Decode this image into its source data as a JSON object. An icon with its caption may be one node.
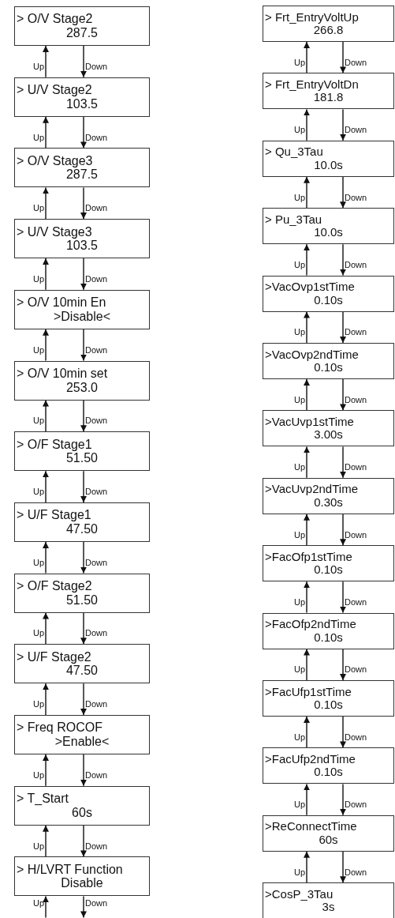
{
  "diagram": {
    "nodes": [
      {
        "text": [
          "> O/V Stage2",
          "287.5"
        ]
      },
      {
        "text": [
          "> U/V Stage2",
          "103.5"
        ]
      },
      {
        "text": [
          "> O/V Stage3",
          "287.5"
        ]
      },
      {
        "text": [
          "> U/V Stage3",
          "103.5"
        ]
      },
      {
        "text": [
          "> O/V 10min En",
          ">Disable<"
        ]
      },
      {
        "text": [
          "> O/V 10min set",
          "253.0"
        ]
      },
      {
        "text": [
          "> O/F Stage1",
          "51.50"
        ]
      },
      {
        "text": [
          "> U/F Stage1",
          "47.50"
        ]
      },
      {
        "text": [
          "> O/F Stage2",
          "51.50"
        ]
      },
      {
        "text": [
          "> U/F Stage2",
          "47.50"
        ]
      },
      {
        "text": [
          "> Freq ROCOF",
          ">Enable<"
        ]
      },
      {
        "text": [
          "> T_Start",
          "60s"
        ]
      },
      {
        "text": [
          "> H/LVRT Function",
          "Disable"
        ]
      },
      {
        "text": [
          "> Frt_EntryVoltUp",
          "266.8"
        ]
      },
      {
        "text": [
          "> Frt_EntryVoltDn",
          "181.8"
        ]
      },
      {
        "text": [
          "> Qu_3Tau",
          "10.0s"
        ]
      },
      {
        "text": [
          "> Pu_3Tau",
          "10.0s"
        ]
      },
      {
        "text": [
          ">VacOvp1stTime",
          "0.10s"
        ]
      },
      {
        "text": [
          ">VacOvp2ndTime",
          "0.10s"
        ]
      },
      {
        "text": [
          ">VacUvp1stTime",
          "3.00s"
        ]
      },
      {
        "text": [
          ">VacUvp2ndTime",
          "0.30s"
        ]
      },
      {
        "text": [
          ">FacOfp1stTime",
          "0.10s"
        ]
      },
      {
        "text": [
          ">FacOfp2ndTime",
          "0.10s"
        ]
      },
      {
        "text": [
          ">FacUfp1stTime",
          "0.10s"
        ]
      },
      {
        "text": [
          ">FacUfp2ndTime",
          "0.10s"
        ]
      },
      {
        "text": [
          ">ReConnectTime",
          "60s"
        ]
      },
      {
        "text": [
          ">CosP_3Tau",
          "3s"
        ]
      }
    ],
    "edges": [
      {
        "from": 1,
        "to": 0,
        "arrow": "to",
        "label": "Up"
      },
      {
        "from": 0,
        "to": 1,
        "arrow": "to",
        "label": "Down"
      },
      {
        "from": 2,
        "to": 1,
        "arrow": "to",
        "label": "Up"
      },
      {
        "from": 1,
        "to": 2,
        "arrow": "to",
        "label": "Down"
      },
      {
        "from": 3,
        "to": 2,
        "arrow": "to",
        "label": "Up"
      },
      {
        "from": 2,
        "to": 3,
        "arrow": "to",
        "label": "Down"
      },
      {
        "from": 4,
        "to": 3,
        "arrow": "to",
        "label": "Up"
      },
      {
        "from": 3,
        "to": 4,
        "arrow": "to",
        "label": "Down"
      },
      {
        "from": 5,
        "to": 4,
        "arrow": "to",
        "label": "Up"
      },
      {
        "from": 4,
        "to": 5,
        "arrow": "to",
        "label": "Down"
      },
      {
        "from": 6,
        "to": 5,
        "arrow": "to",
        "label": "Up"
      },
      {
        "from": 5,
        "to": 6,
        "arrow": "to",
        "label": "Down"
      },
      {
        "from": 7,
        "to": 6,
        "arrow": "to",
        "label": "Up"
      },
      {
        "from": 6,
        "to": 7,
        "arrow": "to",
        "label": "Down"
      },
      {
        "from": 8,
        "to": 7,
        "arrow": "to",
        "label": "Up"
      },
      {
        "from": 7,
        "to": 8,
        "arrow": "to",
        "label": "Down"
      },
      {
        "from": 9,
        "to": 8,
        "arrow": "to",
        "label": "Up"
      },
      {
        "from": 8,
        "to": 9,
        "arrow": "to",
        "label": "Down"
      },
      {
        "from": 10,
        "to": 9,
        "arrow": "to",
        "label": "Up"
      },
      {
        "from": 9,
        "to": 10,
        "arrow": "to",
        "label": "Down"
      },
      {
        "from": 11,
        "to": 10,
        "arrow": "to",
        "label": "Up"
      },
      {
        "from": 10,
        "to": 11,
        "arrow": "to",
        "label": "Down"
      },
      {
        "from": 12,
        "to": 11,
        "arrow": "to",
        "label": "Up"
      },
      {
        "from": 11,
        "to": 12,
        "arrow": "to",
        "label": "Down"
      },
      {
        "from": null,
        "to": 12,
        "arrow": "to",
        "label": "Up"
      },
      {
        "from": 12,
        "to": null,
        "arrow": "to",
        "label": "Down"
      },
      {
        "from": 14,
        "to": 13,
        "arrow": "to",
        "label": "Up"
      },
      {
        "from": 13,
        "to": 14,
        "arrow": "to",
        "label": "Down"
      },
      {
        "from": 15,
        "to": 14,
        "arrow": "to",
        "label": "Up"
      },
      {
        "from": 14,
        "to": 15,
        "arrow": "to",
        "label": "Down"
      },
      {
        "from": 16,
        "to": 15,
        "arrow": "to",
        "label": "Up"
      },
      {
        "from": 15,
        "to": 16,
        "arrow": "to",
        "label": "Down"
      },
      {
        "from": 17,
        "to": 16,
        "arrow": "to",
        "label": "Up"
      },
      {
        "from": 16,
        "to": 17,
        "arrow": "to",
        "label": "Down"
      },
      {
        "from": 18,
        "to": 17,
        "arrow": "to",
        "label": "Up"
      },
      {
        "from": 17,
        "to": 18,
        "arrow": "to",
        "label": "Down"
      },
      {
        "from": 19,
        "to": 18,
        "arrow": "to",
        "label": "Up"
      },
      {
        "from": 18,
        "to": 19,
        "arrow": "to",
        "label": "Down"
      },
      {
        "from": 20,
        "to": 19,
        "arrow": "to",
        "label": "Up"
      },
      {
        "from": 19,
        "to": 20,
        "arrow": "to",
        "label": "Down"
      },
      {
        "from": 21,
        "to": 20,
        "arrow": "to",
        "label": "Up"
      },
      {
        "from": 20,
        "to": 21,
        "arrow": "to",
        "label": "Down"
      },
      {
        "from": 22,
        "to": 21,
        "arrow": "to",
        "label": "Up"
      },
      {
        "from": 21,
        "to": 22,
        "arrow": "to",
        "label": "Down"
      },
      {
        "from": 23,
        "to": 22,
        "arrow": "to",
        "label": "Up"
      },
      {
        "from": 22,
        "to": 23,
        "arrow": "to",
        "label": "Down"
      },
      {
        "from": 24,
        "to": 23,
        "arrow": "to",
        "label": "Up"
      },
      {
        "from": 23,
        "to": 24,
        "arrow": "to",
        "label": "Down"
      },
      {
        "from": 25,
        "to": 24,
        "arrow": "to",
        "label": "Up"
      },
      {
        "from": 24,
        "to": 25,
        "arrow": "to",
        "label": "Down"
      },
      {
        "from": 26,
        "to": 25,
        "arrow": "to",
        "label": "Up"
      },
      {
        "from": 25,
        "to": 26,
        "arrow": "to",
        "label": "Down"
      }
    ]
  }
}
